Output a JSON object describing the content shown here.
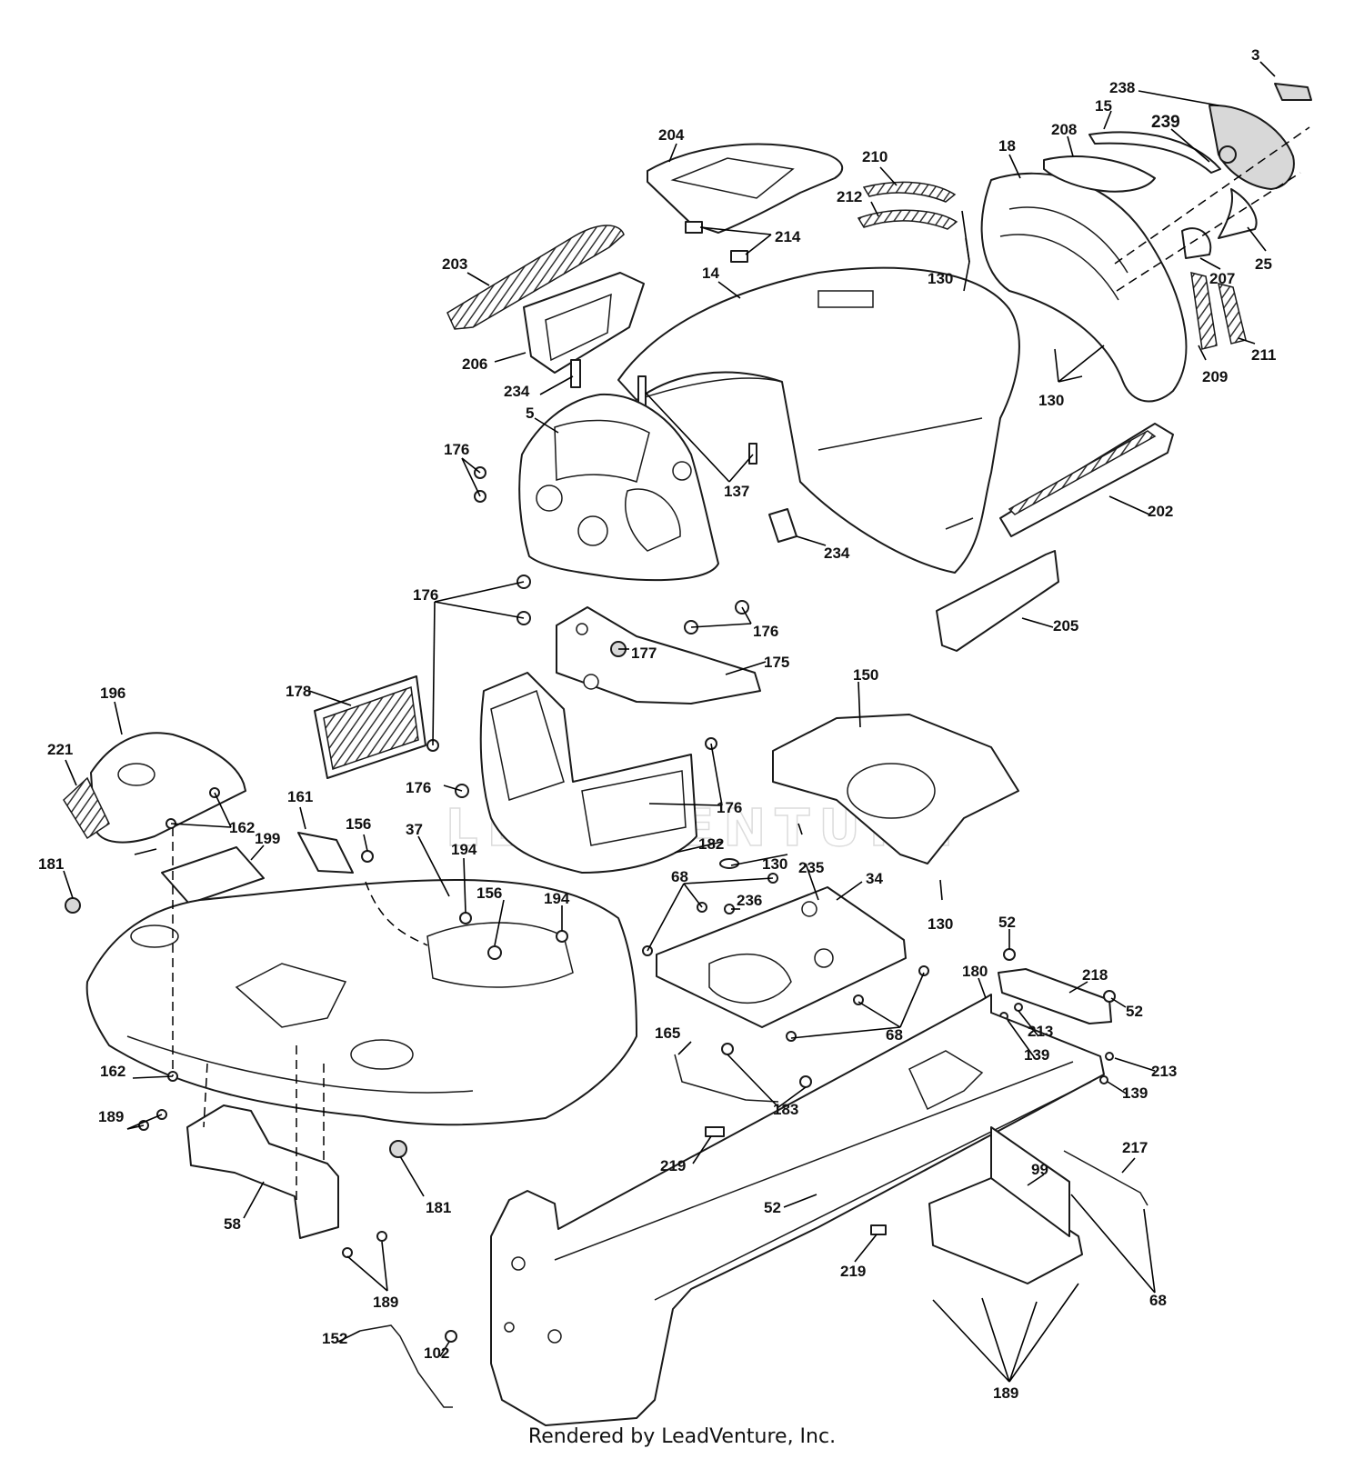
{
  "diagram": {
    "callouts": [
      "3",
      "238",
      "15",
      "239",
      "204",
      "210",
      "18",
      "208",
      "212",
      "214",
      "203",
      "14",
      "130",
      "207",
      "25",
      "206",
      "234",
      "209",
      "211",
      "5",
      "176",
      "137",
      "202",
      "205",
      "177",
      "175",
      "196",
      "178",
      "150",
      "221",
      "162",
      "161",
      "156",
      "37",
      "194",
      "182",
      "235",
      "181",
      "199",
      "68",
      "236",
      "34",
      "52",
      "218",
      "180",
      "213",
      "139",
      "165",
      "183",
      "219",
      "217",
      "189",
      "58",
      "152",
      "99",
      "102"
    ],
    "watermark": "LEADVENTURE",
    "footer": "Rendered by LeadVenture, Inc."
  }
}
